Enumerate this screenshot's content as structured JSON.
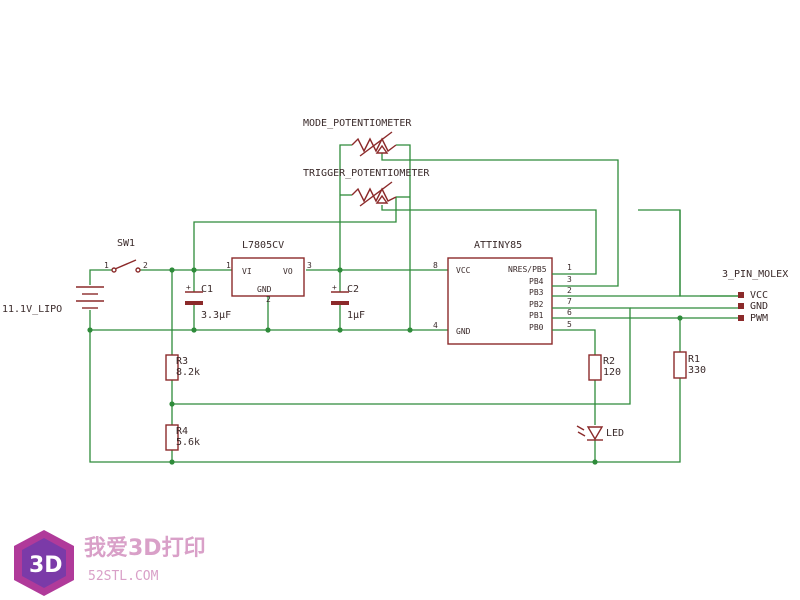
{
  "components": {
    "mode_pot": "MODE_POTENTIOMETER",
    "trigger_pot": "TRIGGER_POTENTIOMETER",
    "sw1": "SW1",
    "sw1_pin1": "1",
    "sw1_pin2": "2",
    "battery": "11.1V_LIPO",
    "regulator": "L7805CV",
    "reg_vi": "VI",
    "reg_vo": "VO",
    "reg_gnd": "GND",
    "reg_pin1": "1",
    "reg_pin2": "2",
    "reg_pin3": "3",
    "c1": "C1",
    "c1_value": "3.3µF",
    "c2": "C2",
    "c2_value": "1µF",
    "mcu": "ATTINY85",
    "mcu_vcc": "VCC",
    "mcu_gnd": "GND",
    "mcu_pin8": "8",
    "mcu_pin4": "4",
    "mcu_right_pins": [
      {
        "name": "NRES/PB5",
        "num": "1"
      },
      {
        "name": "PB4",
        "num": "3"
      },
      {
        "name": "PB3",
        "num": "2"
      },
      {
        "name": "PB2",
        "num": "7"
      },
      {
        "name": "PB1",
        "num": "6"
      },
      {
        "name": "PB0",
        "num": "5"
      }
    ],
    "r1": "R1",
    "r1_value": "330",
    "r2": "R2",
    "r2_value": "120",
    "r3": "R3",
    "r3_value": "8.2k",
    "r4": "R4",
    "r4_value": "5.6k",
    "led": "LED",
    "molex": "3_PIN_MOLEX",
    "molex_pins": [
      "VCC",
      "GND",
      "PWM"
    ]
  },
  "watermark": {
    "logo_text": "3D",
    "cn_text": "我爱3D打印",
    "url": "52STL.COM"
  }
}
